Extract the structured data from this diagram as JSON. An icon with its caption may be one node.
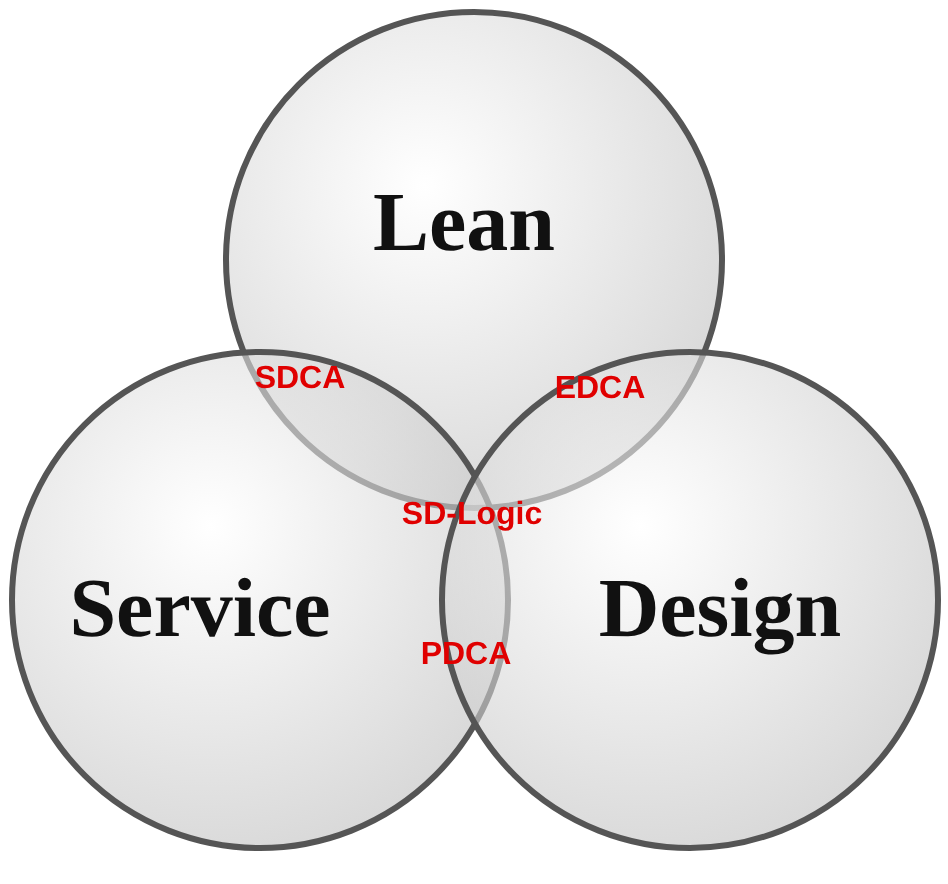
{
  "diagram": {
    "nodes": [
      {
        "text": [
          "Lean"
        ]
      },
      {
        "text": [
          "Service"
        ]
      },
      {
        "text": [
          "Design"
        ]
      }
    ],
    "labels": [
      "SDCA",
      "EDCA",
      "SD-Logic",
      "PDCA"
    ]
  }
}
